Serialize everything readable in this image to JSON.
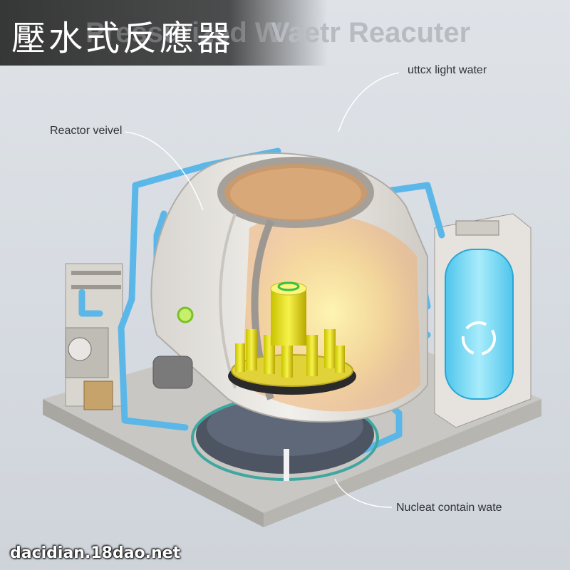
{
  "title": {
    "chinese": "壓水式反應器",
    "english": "Vaetr Reacuter",
    "english_ghost": "Pressurized W"
  },
  "labels": {
    "light_water": "uttcx light water",
    "reactor_vessel": "Reactor veivel",
    "containment": "Nucleat contain wate"
  },
  "watermark": "dacidian.18dao.net",
  "colors": {
    "pipe": "#5bb7e8",
    "fuel": "#e6e21a",
    "vessel": "#e9e6e1",
    "interior": "#f3c79a",
    "coolant": "#7fd6f2"
  }
}
